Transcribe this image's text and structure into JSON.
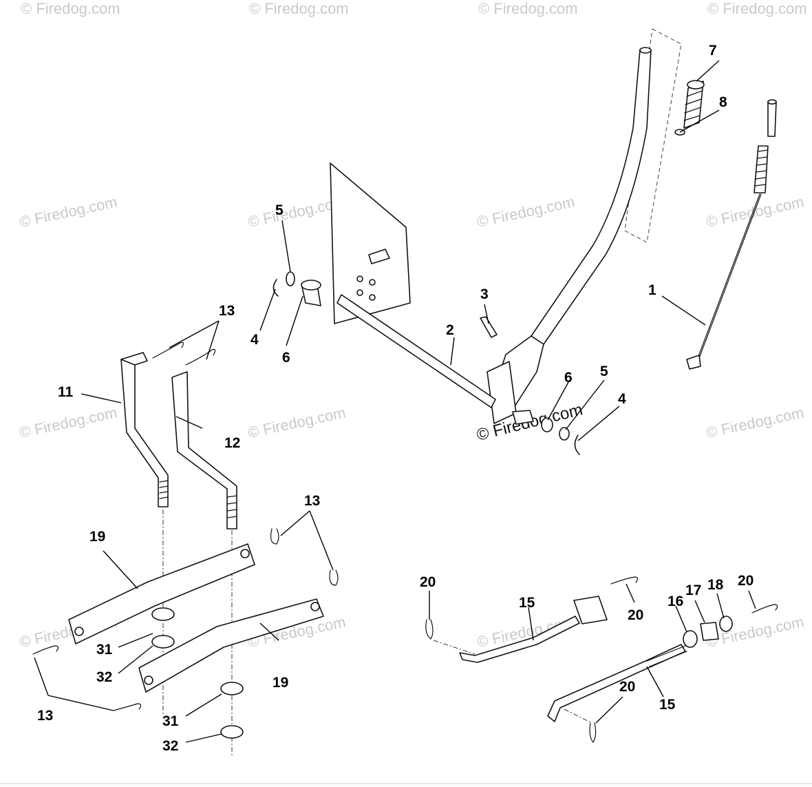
{
  "watermark": "© Firedog.com",
  "callouts": {
    "c1": "1",
    "c2": "2",
    "c3": "3",
    "c4a": "4",
    "c4b": "4",
    "c5a": "5",
    "c5b": "5",
    "c6a": "6",
    "c6b": "6",
    "c7": "7",
    "c8": "8",
    "c11": "11",
    "c12": "12",
    "c13a": "13",
    "c13b": "13",
    "c13c": "13",
    "c15a": "15",
    "c15b": "15",
    "c16": "16",
    "c17": "17",
    "c18": "18",
    "c19a": "19",
    "c19b": "19",
    "c20a": "20",
    "c20b": "20",
    "c20c": "20",
    "c20d": "20",
    "c31a": "31",
    "c31b": "31",
    "c32a": "32",
    "c32b": "32"
  }
}
